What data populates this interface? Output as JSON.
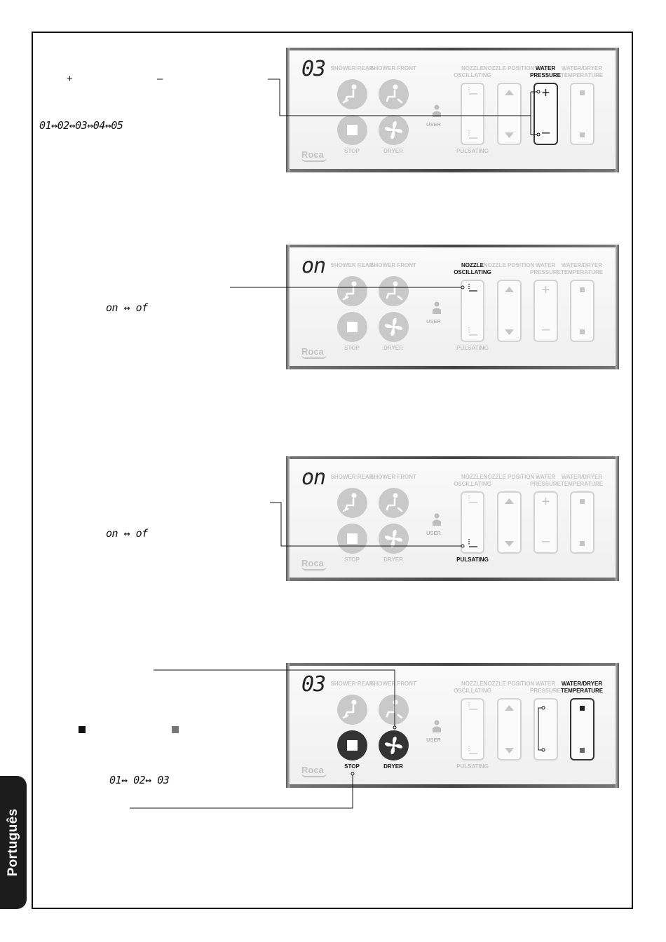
{
  "language_tab": "Português",
  "side_text": {
    "pressure_plus": "+",
    "pressure_minus": "–",
    "pressure_sequence": "01↔02↔03↔04↔05",
    "oscillating_toggle": "on ↔ of",
    "pulsating_toggle": "on ↔ of",
    "temp_sequence": "01↔ 02↔ 03"
  },
  "icons": {
    "shower_rear": "shower-rear-icon",
    "shower_front": "shower-front-icon",
    "stop": "stop-square-icon",
    "dryer": "fan-icon",
    "user": "user-icon",
    "up": "triangle-up-icon",
    "down": "triangle-down-icon"
  },
  "colors": {
    "active": "#333333",
    "inactive": "#c9c9c9",
    "label_inactive": "#c6c6c6",
    "tab_bg": "#1c1c1c"
  },
  "panels": [
    {
      "display": "03",
      "labels": {
        "shower_rear": "SHOWER REAR",
        "shower_front": "SHOWER FRONT",
        "nozzle_oscillating": "NOZZLE OSCILLATING",
        "nozzle_position": "NOZZLE POSITION",
        "water_pressure": "WATER PRESSURE",
        "water_dryer_temperature": "WATER/DRYER TEMPERATURE",
        "stop": "STOP",
        "dryer": "DRYER",
        "user": "USER",
        "pulsating": "PULSATING",
        "brand": "Roca",
        "plus": "+",
        "minus": "–"
      },
      "active": [
        "water_pressure"
      ]
    },
    {
      "display": "on",
      "labels": {
        "shower_rear": "SHOWER REAR",
        "shower_front": "SHOWER FRONT",
        "nozzle_oscillating": "NOZZLE OSCILLATING",
        "nozzle_position": "NOZZLE POSITION",
        "water_pressure": "WATER PRESSURE",
        "water_dryer_temperature": "WATER/DRYER TEMPERATURE",
        "stop": "STOP",
        "dryer": "DRYER",
        "user": "USER",
        "pulsating": "PULSATING",
        "brand": "Roca",
        "plus": "+",
        "minus": "–"
      },
      "active": [
        "nozzle_oscillating"
      ]
    },
    {
      "display": "on",
      "labels": {
        "shower_rear": "SHOWER REAR",
        "shower_front": "SHOWER FRONT",
        "nozzle_oscillating": "NOZZLE OSCILLATING",
        "nozzle_position": "NOZZLE POSITION",
        "water_pressure": "WATER PRESSURE",
        "water_dryer_temperature": "WATER/DRYER TEMPERATURE",
        "stop": "STOP",
        "dryer": "DRYER",
        "user": "USER",
        "pulsating": "PULSATING",
        "brand": "Roca",
        "plus": "+",
        "minus": "–"
      },
      "active": [
        "pulsating"
      ]
    },
    {
      "display": "03",
      "labels": {
        "shower_rear": "SHOWER REAR",
        "shower_front": "SHOWER FRONT",
        "nozzle_oscillating": "NOZZLE OSCILLATING",
        "nozzle_position": "NOZZLE POSITION",
        "water_pressure": "WATER PRESSURE",
        "water_dryer_temperature": "WATER/DRYER TEMPERATURE",
        "stop": "STOP",
        "dryer": "DRYER",
        "user": "USER",
        "pulsating": "PULSATING",
        "brand": "Roca",
        "plus": "",
        "minus": ""
      },
      "active": [
        "water_dryer_temperature",
        "stop",
        "dryer"
      ]
    }
  ]
}
